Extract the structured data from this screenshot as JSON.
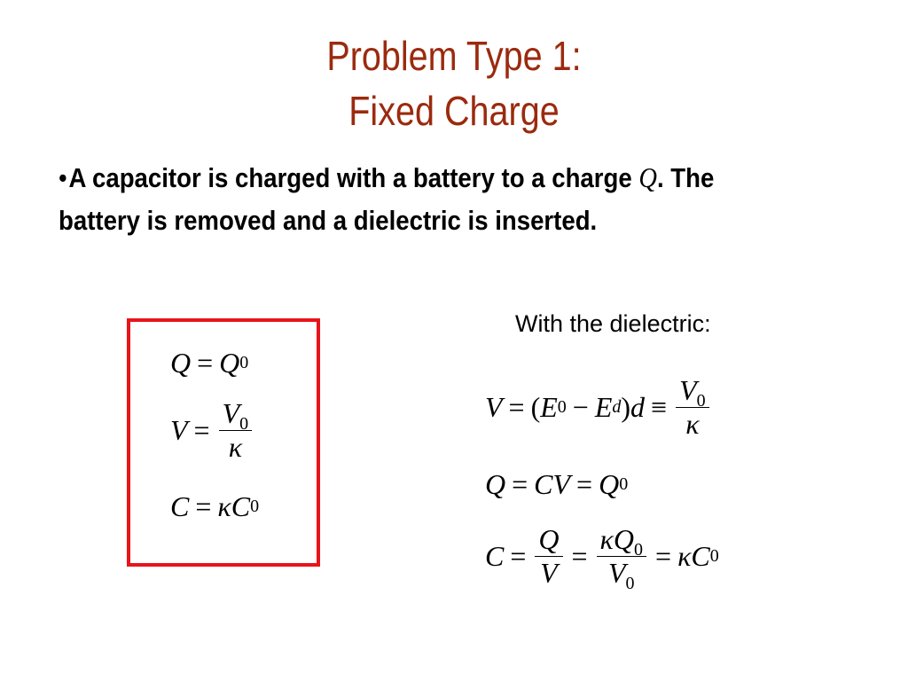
{
  "slide": {
    "title_line1": "Problem Type 1:",
    "title_line2": "Fixed Charge",
    "bullet_symbol": "•",
    "bullet_part1": "A capacitor is charged with a battery to a charge ",
    "bullet_symbol_q": "Q",
    "bullet_part2": ". The battery is removed and a dielectric is inserted.",
    "caption": "With the dielectric:"
  },
  "box_equations": {
    "eq1": [
      "Q",
      "=",
      "Q",
      "0"
    ],
    "eq2": [
      "V",
      "=",
      "V",
      "0",
      "κ"
    ],
    "eq3": [
      "C",
      "=",
      "κ",
      "C",
      "0"
    ]
  },
  "right_equations": {
    "eq1": [
      "V",
      "=",
      "(",
      "E",
      "0",
      "−",
      "E",
      "d",
      ")",
      "d",
      "≡",
      "V",
      "0",
      "κ"
    ],
    "eq2": [
      "Q",
      "=",
      "CV",
      "=",
      "Q",
      "0"
    ],
    "eq3": [
      "C",
      "=",
      "Q",
      "V",
      "=",
      "κ",
      "Q",
      "0",
      "V",
      "0",
      "=",
      "κ",
      "C",
      "0"
    ]
  },
  "colors": {
    "title": "#9b2a0e",
    "box_border": "#e8141b",
    "text": "#000000"
  }
}
